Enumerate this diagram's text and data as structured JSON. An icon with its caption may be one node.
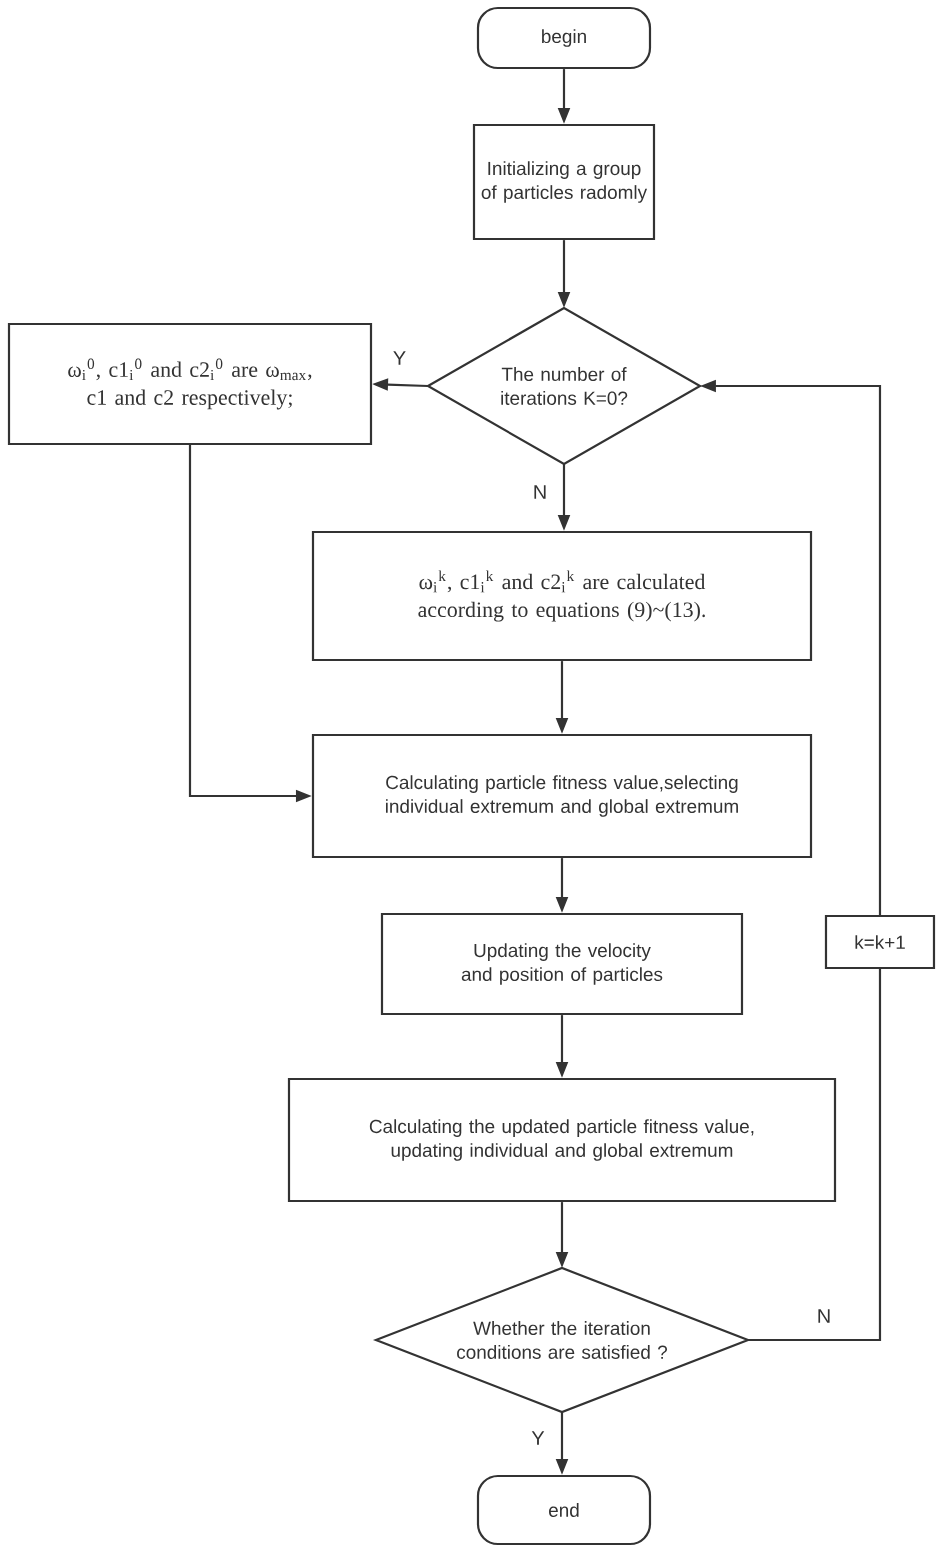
{
  "diagram": {
    "nodes": [
      {
        "text": [
          "begin"
        ]
      },
      {
        "text": [
          "Initializing a group of particles radomly"
        ]
      },
      {
        "text": [
          "The number of iterations K=0?"
        ]
      },
      {
        "text": [
          "ω$_{i}$$^{0}$, c1$_{i}$$^{0}$ and c2$_{i}$$^{0}$ are ω$_{max}$, c1 and c2 respectively;"
        ]
      },
      {
        "text": [
          "ω$_{i}$$^{k}$, c1$_{i}$$^{k}$ and c2$_{i}$$^{k}$ are calculated according to equations (9)~(13)."
        ]
      },
      {
        "text": [
          "Calculating particle fitness value,selecting individual extremum and global extremum"
        ]
      },
      {
        "text": [
          "Updating the velocity and position of particles"
        ]
      },
      {
        "text": [
          "Calculating the updated particle fitness value, updating individual and global extremum"
        ]
      },
      {
        "text": [
          "Whether the iteration conditions are satisfied ?"
        ]
      },
      {
        "text": [
          "end"
        ]
      },
      {
        "text": [
          "k=k+1"
        ]
      }
    ],
    "edges": [
      {
        "from": 0,
        "to": 1,
        "arrow": "to"
      },
      {
        "from": 1,
        "to": 2,
        "arrow": "to"
      },
      {
        "from": 2,
        "to": 3,
        "arrow": "to",
        "label": "Y"
      },
      {
        "from": 2,
        "to": 4,
        "arrow": "to",
        "label": "N"
      },
      {
        "from": 3,
        "to": 5,
        "arrow": "to"
      },
      {
        "from": 4,
        "to": 5,
        "arrow": "to"
      },
      {
        "from": 5,
        "to": 6,
        "arrow": "to"
      },
      {
        "from": 6,
        "to": 7,
        "arrow": "to"
      },
      {
        "from": 7,
        "to": 8,
        "arrow": "to"
      },
      {
        "from": 8,
        "to": 9,
        "arrow": "to",
        "label": "Y"
      },
      {
        "from": 8,
        "to": 10,
        "arrow": "none",
        "label": "N"
      },
      {
        "from": 10,
        "to": 2,
        "arrow": "to"
      }
    ]
  }
}
